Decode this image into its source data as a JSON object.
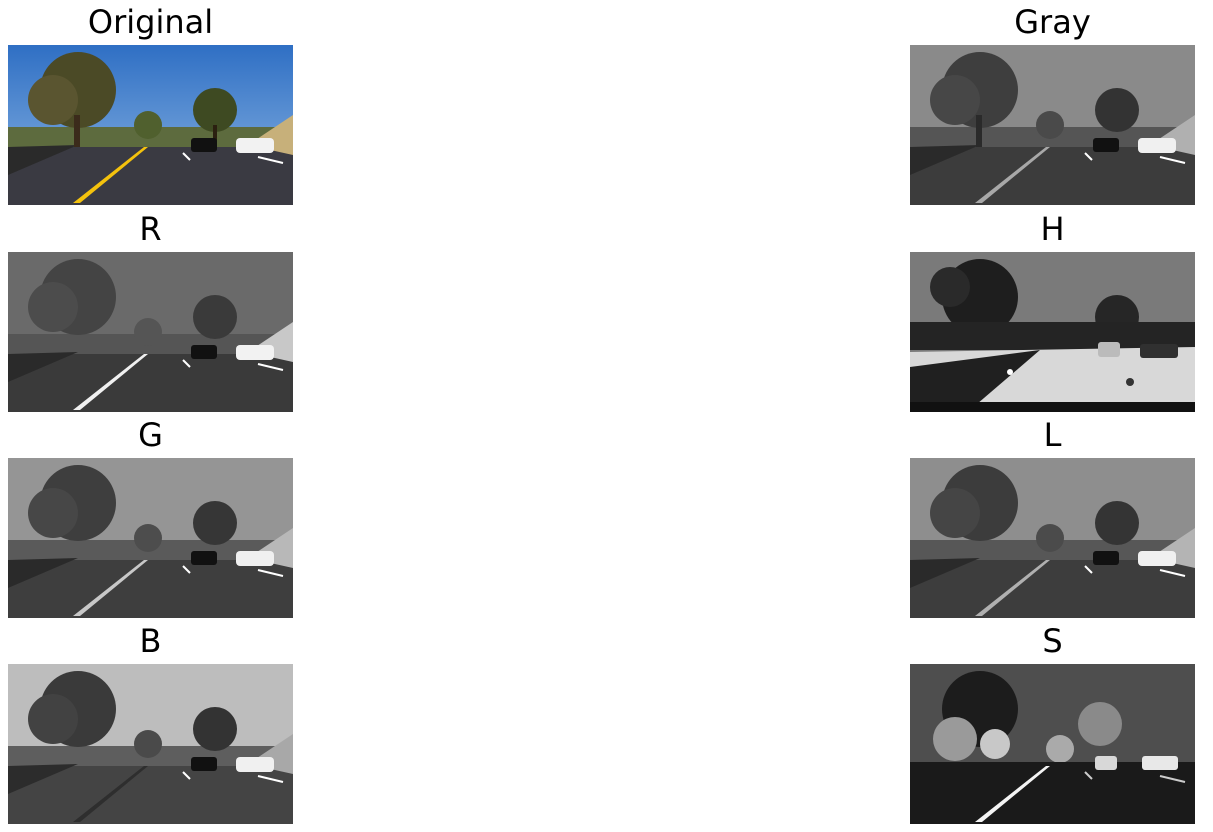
{
  "panels": [
    {
      "title": "Original"
    },
    {
      "title": "Gray"
    },
    {
      "title": "R"
    },
    {
      "title": "H"
    },
    {
      "title": "G"
    },
    {
      "title": "L"
    },
    {
      "title": "B"
    },
    {
      "title": "S"
    }
  ],
  "colors": {
    "sky_original": "#3d7fd0",
    "lane_yellow": "#f4c20d",
    "road_dark": "#3a3a42"
  }
}
